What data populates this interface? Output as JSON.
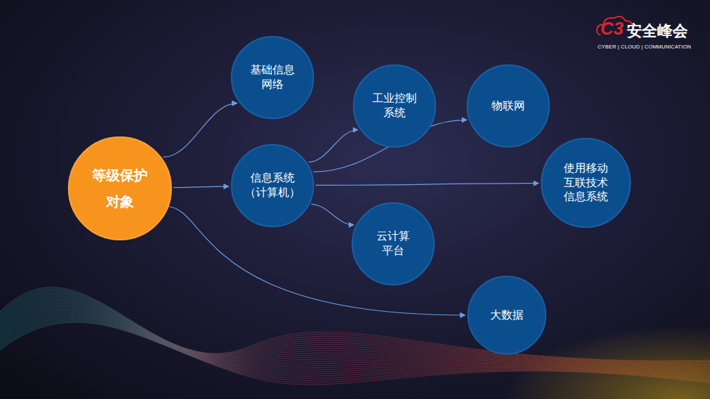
{
  "diagram": {
    "nodes": [
      {
        "text": [
          "等级保护 对象"
        ]
      },
      {
        "text": [
          "基础信息 网络"
        ]
      },
      {
        "text": [
          "信息系统 （计算机）"
        ]
      },
      {
        "text": [
          "工业控制 系统"
        ]
      },
      {
        "text": [
          "物联网"
        ]
      },
      {
        "text": [
          "云计算 平台"
        ]
      },
      {
        "text": [
          "使用移动 互联技术 信息系统"
        ]
      },
      {
        "text": [
          "大数据"
        ]
      }
    ],
    "edges": [
      {
        "from": 0,
        "to": 1,
        "arrow": "to"
      },
      {
        "from": 0,
        "to": 2,
        "arrow": "to"
      },
      {
        "from": 0,
        "to": 7,
        "arrow": "to"
      },
      {
        "from": 2,
        "to": 3,
        "arrow": "to"
      },
      {
        "from": 2,
        "to": 4,
        "arrow": "to"
      },
      {
        "from": 2,
        "to": 6,
        "arrow": "to"
      },
      {
        "from": 2,
        "to": 5,
        "arrow": "to"
      }
    ],
    "labels": [
      "C3",
      "安全峰会",
      "CYBER | CLOUD | COMMUNICATION"
    ]
  }
}
